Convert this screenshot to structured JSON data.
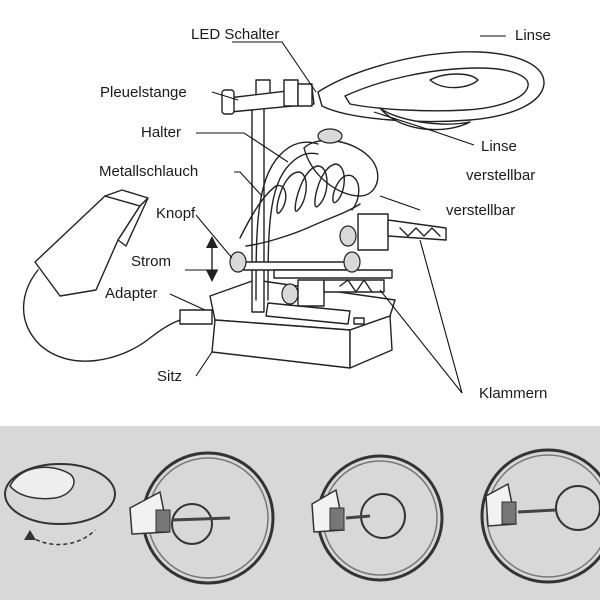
{
  "labels": {
    "led_schalter": "LED Schalter",
    "linse_top": "Linse",
    "pleuelstange": "Pleuelstange",
    "halter": "Halter",
    "linse_mid": "Linse",
    "verstellbar_1": "verstellbar",
    "metallschlauch": "Metallschlauch",
    "verstellbar_2": "verstellbar",
    "knopf": "Knopf",
    "strom": "Strom",
    "adapter": "Adapter",
    "sitz": "Sitz",
    "klammern": "Klammern"
  },
  "icons": {
    "updown_arrow": "double-arrow-icon",
    "rotate_arrow": "rotate-arrow-icon"
  },
  "colors": {
    "photo_background": "#d8d8d8",
    "line_art": "#222222"
  }
}
